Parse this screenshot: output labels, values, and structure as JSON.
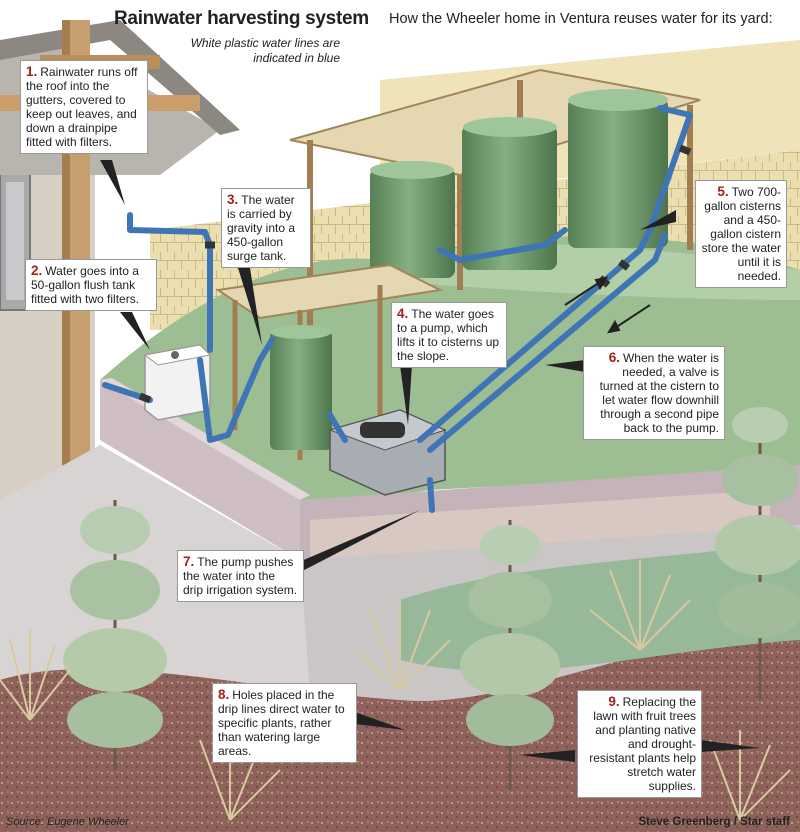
{
  "header": {
    "title": "Rainwater harvesting system",
    "subtitle": "How the Wheeler home in Ventura reuses water for its yard:",
    "legend": "White plastic water lines are indicated in blue"
  },
  "steps": [
    {
      "number": "1.",
      "text": "Rainwater runs off the roof into the gutters, covered to keep out leaves, and down a drainpipe fitted with filters."
    },
    {
      "number": "2.",
      "text": "Water goes into a 50-gallon flush tank fitted with two filters."
    },
    {
      "number": "3.",
      "text": "The water is carried by gravity into a 450-gallon surge tank."
    },
    {
      "number": "4.",
      "text": "The water goes to a pump, which lifts it to cisterns up the slope."
    },
    {
      "number": "5.",
      "text": "Two 700-gallon cisterns and a 450-gallon cistern store the water until it is needed."
    },
    {
      "number": "6.",
      "text": "When the water is needed, a valve is turned at the cistern to let water flow downhill through a second pipe back to the pump."
    },
    {
      "number": "7.",
      "text": "The pump pushes the water into the drip irrigation system."
    },
    {
      "number": "8.",
      "text": "Holes placed in the drip lines direct water to specific plants, rather than watering large areas."
    },
    {
      "number": "9.",
      "text": "Replacing the lawn with fruit trees and planting native and drought-resistant plants help stretch water supplies."
    }
  ],
  "footer": {
    "source": "Source: Eugene Wheeler",
    "credit": "Steve Greenberg / Star staff"
  },
  "colors": {
    "pipe": "#3f74b5",
    "tank": "#6f9b6c",
    "hill": "#9dbe92",
    "fence": "#e6d9a8",
    "wall": "#c9b9bd",
    "mulch": "#8b5d57",
    "number": "#a41e1e"
  }
}
